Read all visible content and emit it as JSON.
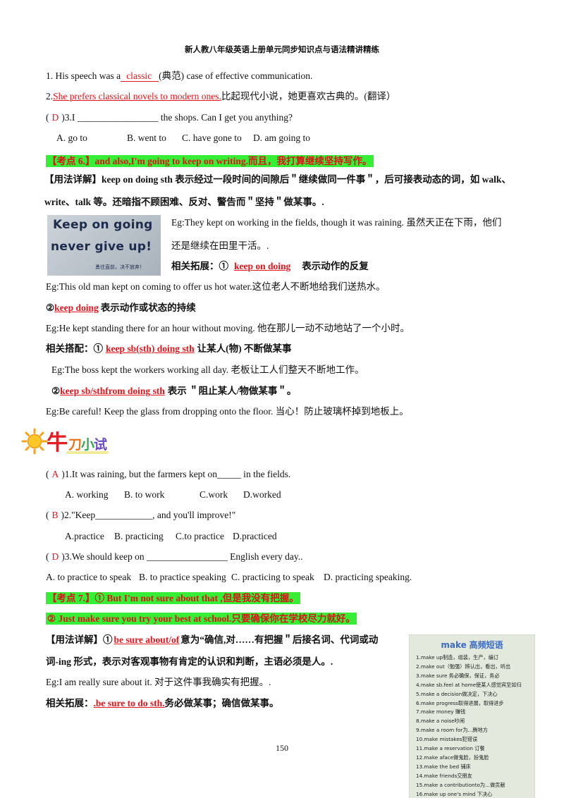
{
  "colors": {
    "answer_red": "#e2161c",
    "highlight_green": "#35ee35",
    "highlight_text": "#e0101a"
  },
  "header": {
    "title": "新人教八年级英语上册单元同步知识点与语法精讲精练"
  },
  "exercise": {
    "q1": {
      "prefix": "1. His speech was a",
      "answer": "classic",
      "suffix": "(典范) case of effective communication."
    },
    "q2": {
      "prefix": "2.",
      "answer": "She prefers classical novels to modern ones.",
      "suffix": "比起现代小说，她更喜欢古典的。(翻译）"
    },
    "q3": {
      "open": "(",
      "answer": "D",
      "stem": ")3.I _________________ the shops. Can I get you anything?",
      "options": [
        "A. go to",
        "B. went to",
        "C. have gone to",
        "D. am going to"
      ]
    }
  },
  "point6": {
    "title": "【考点 6.】and also,I'm going to keep on writing.而且，我打算继续坚持写作。",
    "usage_line1": "【用法详解】keep on doing sth 表示经过一段时间的间隙后＂继续做同一件事＂，后可接表动态的词，如 walk、",
    "usage_line2": "write、talk 等。还暗指不顾困难、反对、警告而＂坚持＂做某事。.",
    "image": {
      "line1": "Keep on going",
      "line2": "never give up!",
      "caption": "勇往直前，决不放弃！"
    },
    "example1_line1": "Eg:They kept on working in the fields, though it was raining. 虽然天正在下雨，他们",
    "example1_line2": "还是继续在田里干活。.",
    "ext1": {
      "label": "相关拓展：①",
      "phrase": "keep on doing",
      "meaning": "表示动作的反复"
    },
    "example2": "Eg:This old man kept on coming to offer us hot water.这位老人不断地给我们送热水。",
    "ext2": {
      "label": "②",
      "phrase": "keep doing",
      "meaning": "表示动作或状态的持续"
    },
    "example3": "Eg:He kept standing there for an hour without moving. 他在那儿一动不动地站了一个小时。",
    "coll1": {
      "label": "相关搭配：①",
      "phrase": "keep sb(sth) doing sth",
      "meaning": "让某人(物) 不断做某事"
    },
    "example4": "Eg:The boss kept the workers working all day. 老板让工人们整天不断地工作。",
    "coll2": {
      "label": "②",
      "phrase": "keep sb/sthfrom doing sth",
      "meaning": "表示 ＂阻止某人/物做某事＂。"
    },
    "example5": "Eg:Be careful! Keep the glass from dropping onto the floor. 当心！防止玻璃杯掉到地板上。"
  },
  "practice": {
    "icon": "sun-icon",
    "title": [
      "牛",
      "刀",
      "小",
      "试"
    ],
    "questions": [
      {
        "open": "(",
        "answer": "A",
        "stem": ")1.It was raining, but the farmers kept on_____ in the fields.",
        "options": [
          "A. working",
          "B. to work",
          "C.work",
          "D.worked"
        ]
      },
      {
        "open": "(",
        "answer": "B",
        "stem": ")2.\"Keep____________, and you'll improve!\"",
        "options": [
          "A.practice",
          "B. practicing",
          "C.to practice",
          "D.practiced"
        ]
      },
      {
        "open": "(",
        "answer": "D",
        "stem": ")3.We should keep on _________________ English every day..",
        "options": [
          "A. to practice to speak",
          "B. to practice speaking",
          "C. practicing to speak",
          "D. practicing speaking."
        ]
      }
    ]
  },
  "point7": {
    "title1": "【考点 7.】① But I'm not sure about that ,但是我没有把握。",
    "title2": "② Just make sure you try your best at school.只要确保你在学校尽力就好。",
    "usage": {
      "label": "【用法详解】①",
      "phrase": "be sure about/of",
      "rest": "意为“确信,对……有把握＂后接名词、代词或动",
      "line2": "词-ing 形式，表示对客观事物有肯定的认识和判断，主语必须是人。."
    },
    "example": "Eg:I am really sure about it. 对于这件事我确实有把握。.",
    "ext": {
      "label": "相关拓展：",
      "phrase": ".be sure to do sth.",
      "meaning": "务必做某事；确信做某事。"
    }
  },
  "page_number": "150",
  "make_card": {
    "title_en": "make",
    "title_cn": "高频短语",
    "items": [
      "1.make up制造，组装，生产，编订",
      "2.make out（勉强）辨认出，看出，听出",
      "3.make sure 务必确保，保证，务必",
      "4.make sb.feel at home使某人感觉宾至如归",
      "5.make a decision做决定，下决心",
      "6.make progress取得进展，取得进步",
      "7.make money 赚钱",
      "8.make a noise吵闹",
      "9.make a room for为...腾地方",
      "10.make mistakes犯错误",
      "11.make a reservation 订餐",
      "12.make aface做鬼脸，扮鬼脸",
      "13.make the bed 铺床",
      "14.make friends交朋友",
      "15.make a contributionto为...做贡献",
      "16.make up one's mind 下决心"
    ]
  }
}
